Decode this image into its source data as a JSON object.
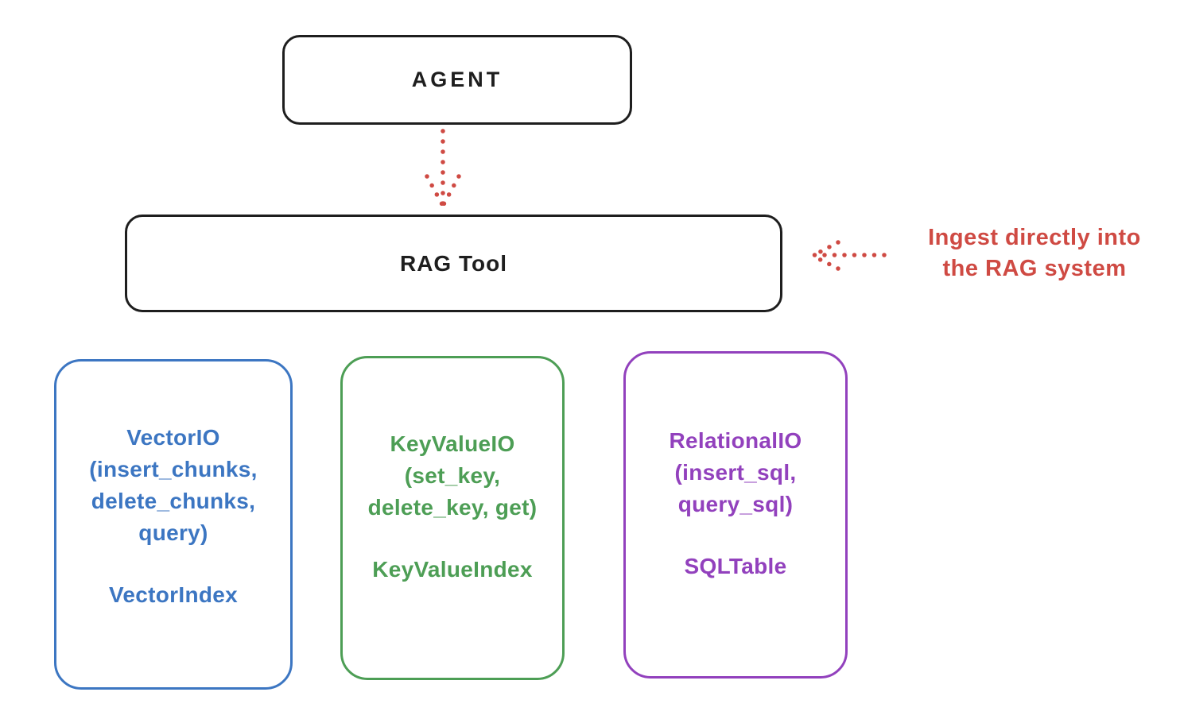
{
  "diagram": {
    "agent_box": {
      "label": "AGENT"
    },
    "rag_tool_box": {
      "label": "RAG Tool"
    },
    "annotation": {
      "line1": "Ingest directly into",
      "line2": "the RAG system"
    },
    "arrows": [
      {
        "name": "agent-to-rag-arrow",
        "style": "dotted",
        "direction": "down"
      },
      {
        "name": "annotation-to-rag-arrow",
        "style": "dotted",
        "direction": "left"
      }
    ],
    "io_boxes": [
      {
        "lines": [
          "VectorIO",
          "(insert_chunks,",
          "delete_chunks,",
          "query)"
        ],
        "index_label": "VectorIndex",
        "color": "#3c76c2"
      },
      {
        "lines": [
          "KeyValueIO",
          "(set_key,",
          "delete_key, get)"
        ],
        "index_label": "KeyValueIndex",
        "color": "#4d9e55"
      },
      {
        "lines": [
          "RelationalIO",
          "(insert_sql,",
          "query_sql)"
        ],
        "index_label": "SQLTable",
        "color": "#9241bd"
      }
    ],
    "colors": {
      "node_border": "#1e1e1e",
      "arrow_red": "#cf4a43",
      "vector_blue": "#3c76c2",
      "keyvalue_green": "#4d9e55",
      "relational_purple": "#9241bd",
      "background": "#ffffff"
    }
  }
}
